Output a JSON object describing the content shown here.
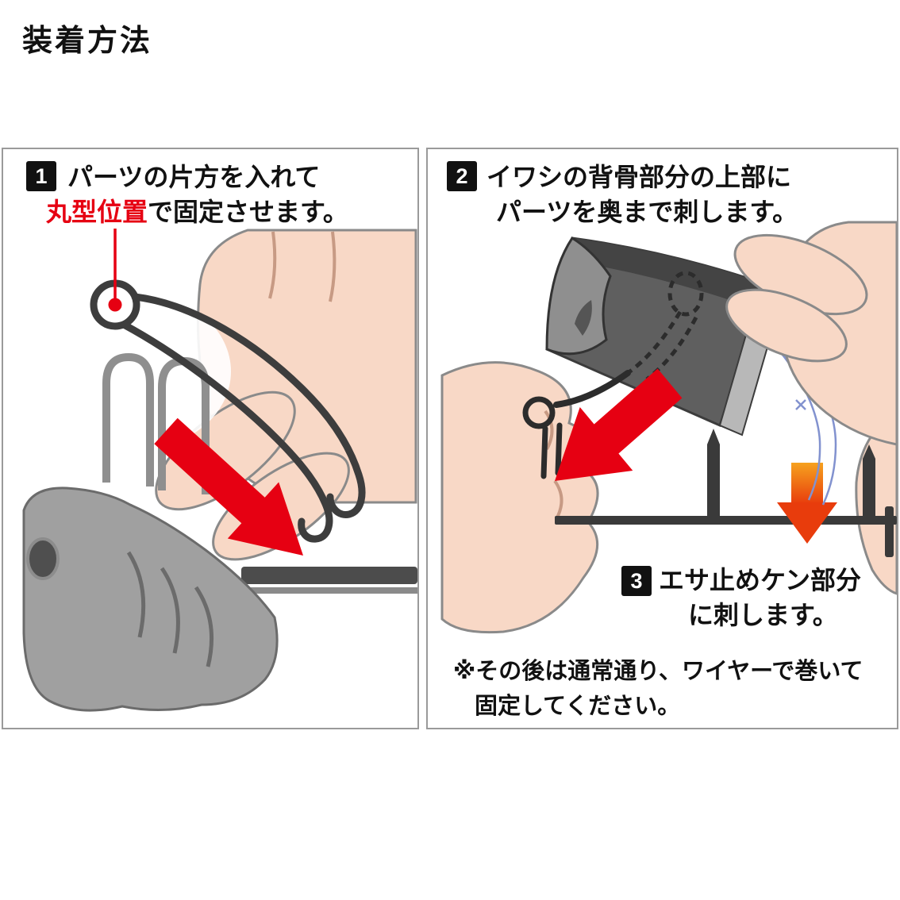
{
  "page": {
    "title": "装着方法"
  },
  "colors": {
    "accent_red": "#e60012",
    "arrow_orange_top": "#f6a21f",
    "arrow_orange_bottom": "#e83c0c",
    "skin": "#f8d8c6",
    "part_gray": "#a0a0a0",
    "wire_dark": "#3d3d3d",
    "guide_blue": "#8292cf"
  },
  "steps": {
    "step1": {
      "number": "1",
      "line1": "パーツの片方を入れて",
      "highlight": "丸型位置",
      "line2_rest": "で固定させます。"
    },
    "step2": {
      "number": "2",
      "line1": "イワシの背骨部分の上部に",
      "line2": "パーツを奥まで刺します。"
    },
    "step3": {
      "number": "3",
      "line1": "エサ止めケン部分",
      "line2": "に刺します。"
    }
  },
  "note": {
    "line1": "※その後は通常通り、ワイヤーで巻いて",
    "line2": "固定してください。"
  }
}
